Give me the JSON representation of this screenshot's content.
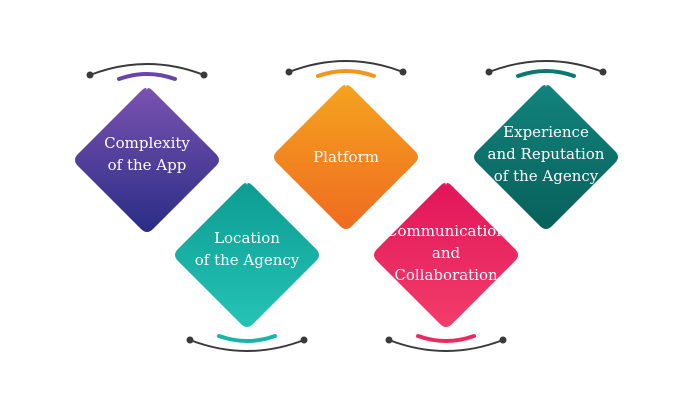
{
  "diagram": {
    "nodes": [
      {
        "id": "complexity",
        "lines": [
          "Complexity",
          "of the App"
        ],
        "gradient": [
          "#7a52b0",
          "#2a2d86"
        ],
        "accent": "#6a45a8",
        "arc": "top"
      },
      {
        "id": "location",
        "lines": [
          "Location",
          "of the Agency"
        ],
        "gradient": [
          "#0d9c92",
          "#25c3b6"
        ],
        "accent": "#17b5a7",
        "arc": "bottom"
      },
      {
        "id": "platform",
        "lines": [
          "Platform"
        ],
        "gradient": [
          "#f5a31f",
          "#ef6b20"
        ],
        "accent": "#f3951f",
        "arc": "top"
      },
      {
        "id": "communication",
        "lines": [
          "Communication",
          "and",
          "Collaboration"
        ],
        "gradient": [
          "#e2155a",
          "#f23d6a"
        ],
        "accent": "#ea2a60",
        "arc": "bottom"
      },
      {
        "id": "experience",
        "lines": [
          "Experience",
          "and Reputation",
          "of the Agency"
        ],
        "gradient": [
          "#13837d",
          "#07605a"
        ],
        "accent": "#0e7770",
        "arc": "top"
      }
    ],
    "connector_color": "#3a3a3a"
  }
}
